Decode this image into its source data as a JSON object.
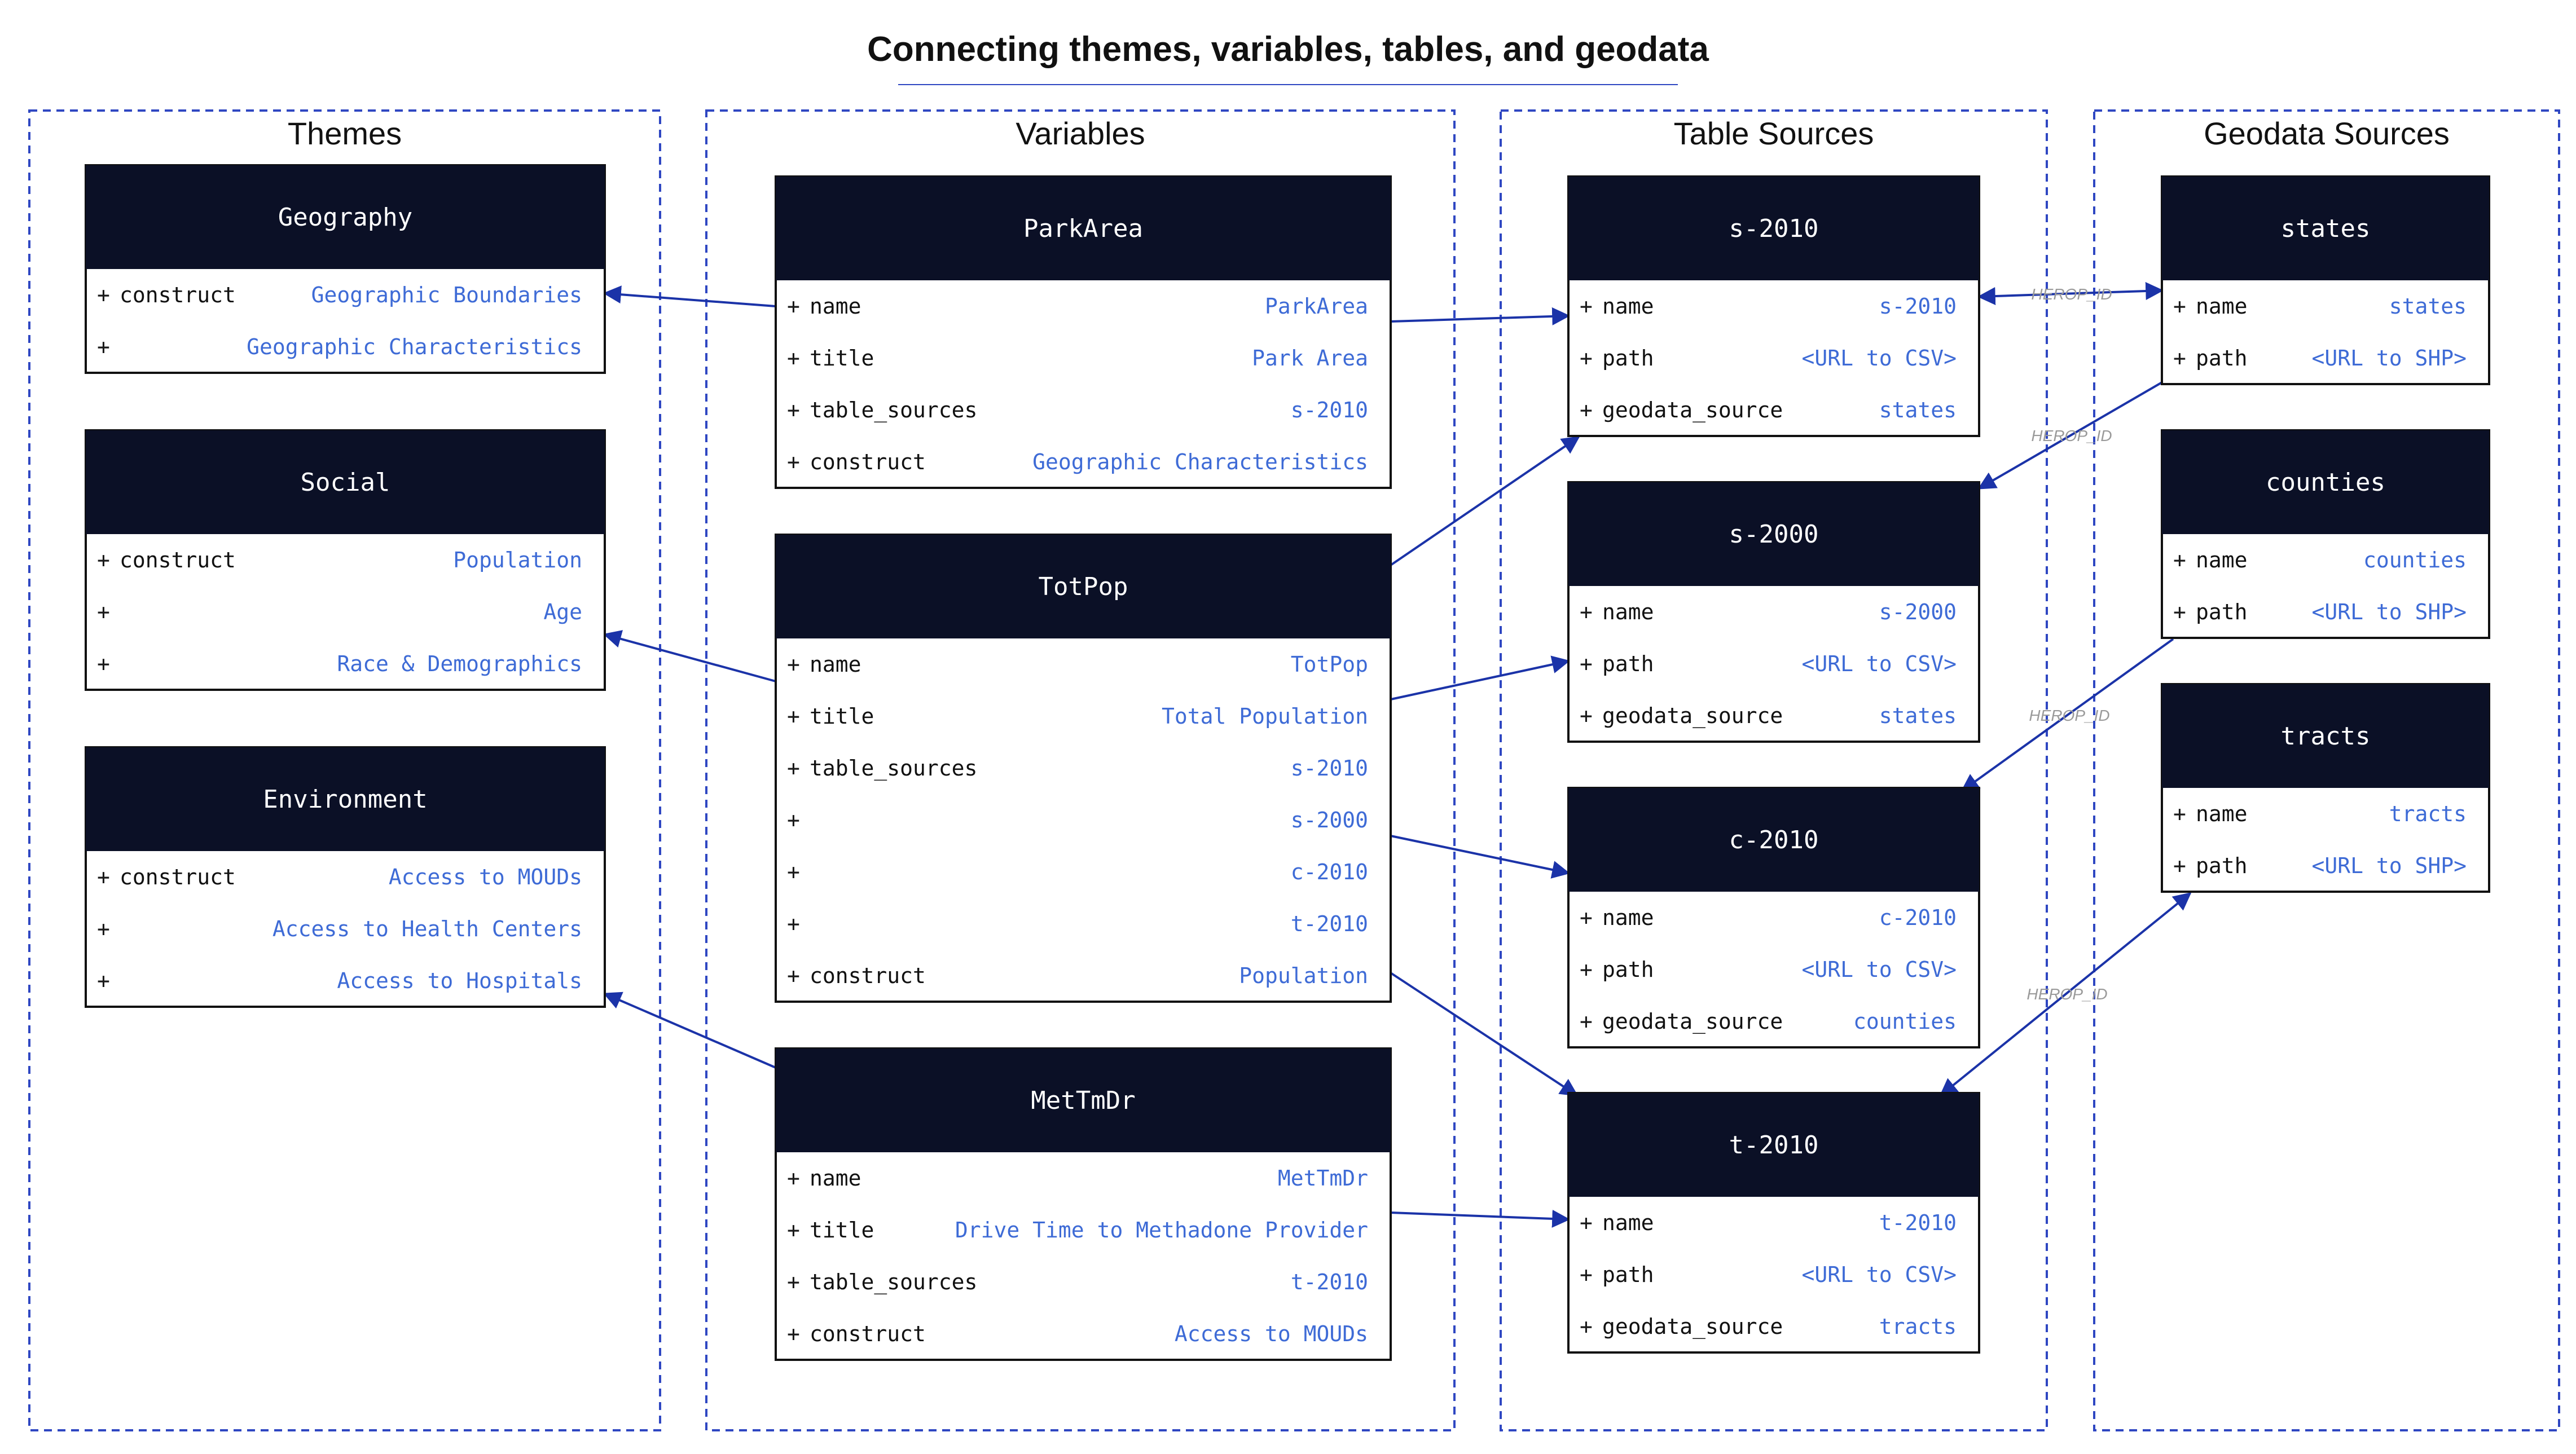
{
  "title": "Connecting themes, variables, tables, and geodata",
  "colors": {
    "header_bg": "#0B1026",
    "value_text": "#3E6BD6",
    "arrow": "#1B33A8",
    "group_border": "#2F47C2",
    "edge_label": "#9a9a9a"
  },
  "groups": [
    {
      "id": "themes",
      "label": "Themes"
    },
    {
      "id": "variables",
      "label": "Variables"
    },
    {
      "id": "tables",
      "label": "Table Sources"
    },
    {
      "id": "geodata",
      "label": "Geodata Sources"
    }
  ],
  "entities": [
    {
      "id": "geography",
      "name": "Geography",
      "rows": [
        {
          "attr": "construct",
          "value": "Geographic Boundaries"
        },
        {
          "attr": "",
          "value": "Geographic Characteristics"
        }
      ]
    },
    {
      "id": "social",
      "name": "Social",
      "rows": [
        {
          "attr": "construct",
          "value": "Population"
        },
        {
          "attr": "",
          "value": "Age"
        },
        {
          "attr": "",
          "value": "Race & Demographics"
        }
      ]
    },
    {
      "id": "environment",
      "name": "Environment",
      "rows": [
        {
          "attr": "construct",
          "value": "Access to MOUDs"
        },
        {
          "attr": "",
          "value": "Access to Health Centers"
        },
        {
          "attr": "",
          "value": "Access to Hospitals"
        }
      ]
    },
    {
      "id": "parkarea",
      "name": "ParkArea",
      "rows": [
        {
          "attr": "name",
          "value": "ParkArea"
        },
        {
          "attr": "title",
          "value": "Park Area"
        },
        {
          "attr": "table_sources",
          "value": "s-2010"
        },
        {
          "attr": "construct",
          "value": "Geographic Characteristics"
        }
      ]
    },
    {
      "id": "totpop",
      "name": "TotPop",
      "rows": [
        {
          "attr": "name",
          "value": "TotPop"
        },
        {
          "attr": "title",
          "value": "Total Population"
        },
        {
          "attr": "table_sources",
          "value": "s-2010"
        },
        {
          "attr": "",
          "value": "s-2000"
        },
        {
          "attr": "",
          "value": "c-2010"
        },
        {
          "attr": "",
          "value": "t-2010"
        },
        {
          "attr": "construct",
          "value": "Population"
        }
      ]
    },
    {
      "id": "mettmdr",
      "name": "MetTmDr",
      "rows": [
        {
          "attr": "name",
          "value": "MetTmDr"
        },
        {
          "attr": "title",
          "value": "Drive Time to Methadone Provider"
        },
        {
          "attr": "table_sources",
          "value": "t-2010"
        },
        {
          "attr": "construct",
          "value": "Access to MOUDs"
        }
      ]
    },
    {
      "id": "s2010",
      "name": "s-2010",
      "rows": [
        {
          "attr": "name",
          "value": "s-2010"
        },
        {
          "attr": "path",
          "value": "<URL to CSV>"
        },
        {
          "attr": "geodata_source",
          "value": "states"
        }
      ]
    },
    {
      "id": "s2000",
      "name": "s-2000",
      "rows": [
        {
          "attr": "name",
          "value": "s-2000"
        },
        {
          "attr": "path",
          "value": "<URL to CSV>"
        },
        {
          "attr": "geodata_source",
          "value": "states"
        }
      ]
    },
    {
      "id": "c2010",
      "name": "c-2010",
      "rows": [
        {
          "attr": "name",
          "value": "c-2010"
        },
        {
          "attr": "path",
          "value": "<URL to CSV>"
        },
        {
          "attr": "geodata_source",
          "value": "counties"
        }
      ]
    },
    {
      "id": "t2010",
      "name": "t-2010",
      "rows": [
        {
          "attr": "name",
          "value": "t-2010"
        },
        {
          "attr": "path",
          "value": "<URL to CSV>"
        },
        {
          "attr": "geodata_source",
          "value": "tracts"
        }
      ]
    },
    {
      "id": "states",
      "name": "states",
      "rows": [
        {
          "attr": "name",
          "value": "states"
        },
        {
          "attr": "path",
          "value": "<URL to SHP>"
        }
      ]
    },
    {
      "id": "counties",
      "name": "counties",
      "rows": [
        {
          "attr": "name",
          "value": "counties"
        },
        {
          "attr": "path",
          "value": "<URL to SHP>"
        }
      ]
    },
    {
      "id": "tracts",
      "name": "tracts",
      "rows": [
        {
          "attr": "name",
          "value": "tracts"
        },
        {
          "attr": "path",
          "value": "<URL to SHP>"
        }
      ]
    }
  ],
  "edges": [
    {
      "from": "parkarea",
      "to": "geography",
      "label": ""
    },
    {
      "from": "totpop",
      "to": "social",
      "label": ""
    },
    {
      "from": "mettmdr",
      "to": "environment",
      "label": ""
    },
    {
      "from": "parkarea",
      "to": "s2010",
      "label": ""
    },
    {
      "from": "totpop",
      "to": "s2010",
      "label": ""
    },
    {
      "from": "totpop",
      "to": "s2000",
      "label": ""
    },
    {
      "from": "totpop",
      "to": "c2010",
      "label": ""
    },
    {
      "from": "totpop",
      "to": "t2010",
      "label": ""
    },
    {
      "from": "mettmdr",
      "to": "t2010",
      "label": ""
    },
    {
      "from": "s2010",
      "to": "states",
      "label": "HEROP_ID"
    },
    {
      "from": "states",
      "to": "s2000",
      "label": "HEROP_ID"
    },
    {
      "from": "counties",
      "to": "c2010",
      "label": "HEROP_ID"
    },
    {
      "from": "tracts",
      "to": "t2010",
      "label": "HEROP_ID"
    }
  ]
}
